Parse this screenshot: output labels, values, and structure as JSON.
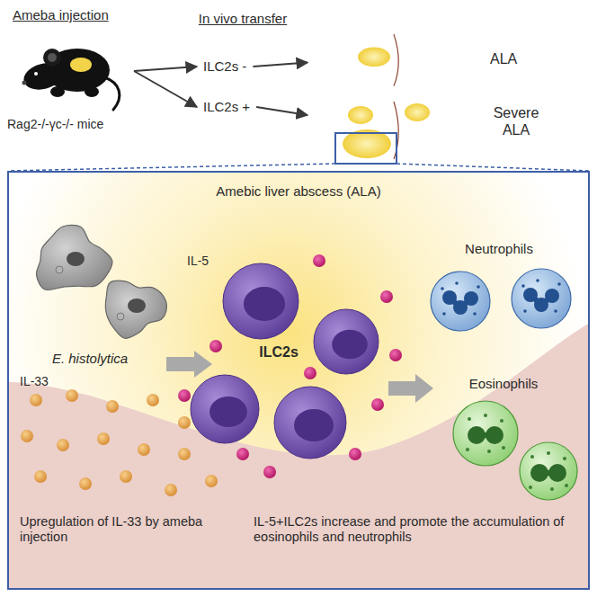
{
  "diagram": {
    "nodes": [
      {
        "text": [
          "Ameba injection",
          "Rag2-/-γc-/- mice"
        ]
      },
      {
        "text": [
          "ILC2s -"
        ]
      },
      {
        "text": [
          "ILC2s +"
        ]
      },
      {
        "text": [
          "ALA"
        ]
      },
      {
        "text": [
          "Severe ALA"
        ]
      },
      {
        "text": [
          "Amebic liver abscess (ALA)",
          "Upregulation of IL-33 by ameba injection",
          "IL-5+ILC2s increase and promote the accumulation of eosinophils and neutrophils"
        ]
      }
    ],
    "edges": [
      {
        "from": 0,
        "to": 1,
        "arrow": "to"
      },
      {
        "from": 0,
        "to": 2,
        "arrow": "to"
      },
      {
        "from": 1,
        "to": 3,
        "arrow": "to"
      },
      {
        "from": 2,
        "to": 4,
        "arrow": "to"
      }
    ],
    "labels": [
      "In vivo transfer",
      "E. histolytica",
      "IL-33",
      "IL-5",
      "ILC2s",
      "Neutrophils",
      "Eosinophils"
    ]
  }
}
